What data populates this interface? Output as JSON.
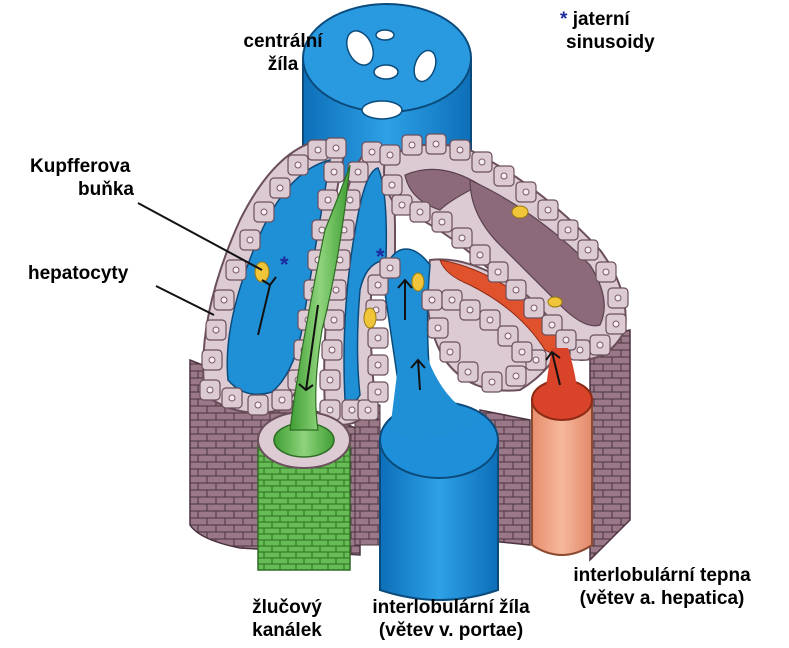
{
  "labels": {
    "central_vein": [
      "centrální",
      "žíla"
    ],
    "sinusoids": [
      "jaterní",
      "sinusoidy"
    ],
    "sinusoid_marker": "*",
    "kupffer_cell": [
      "Kupfferova",
      "buňka"
    ],
    "hepatocytes": "hepatocyty",
    "bile_duct": [
      "žlučový",
      "kanálek"
    ],
    "interlobular_vein": [
      "interlobulární žíla",
      "(větev v. portae)"
    ],
    "interlobular_artery": [
      "interlobulární tepna",
      "(větev a. hepatica)"
    ]
  },
  "colors": {
    "vein_blue": "#1f8fd6",
    "vein_blue_dark": "#0e5f9e",
    "hepatocyte_fill": "#dccbd3",
    "hepatocyte_stroke": "#6b4f5c",
    "plate_purple": "#8f6f7e",
    "bile_green": "#59b64a",
    "artery_red": "#d8432a",
    "artery_salmon": "#efa486",
    "kupffer_yellow": "#f1c53a",
    "asterisk_blue": "#1d2a9c"
  }
}
